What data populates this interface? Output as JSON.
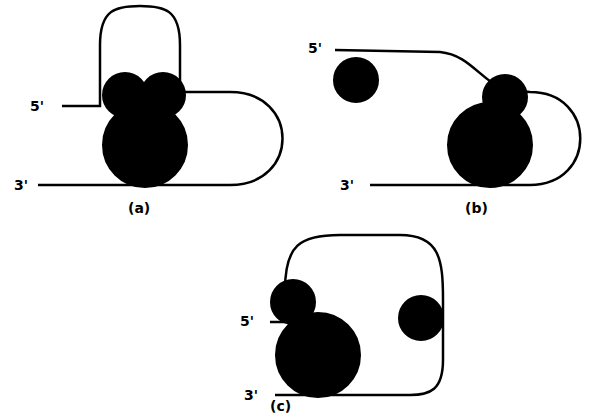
{
  "diagram": {
    "labels": [
      "5'",
      "3'",
      "(a)",
      "5'",
      "3'",
      "(b)",
      "5'",
      "3'",
      "(c)"
    ]
  }
}
